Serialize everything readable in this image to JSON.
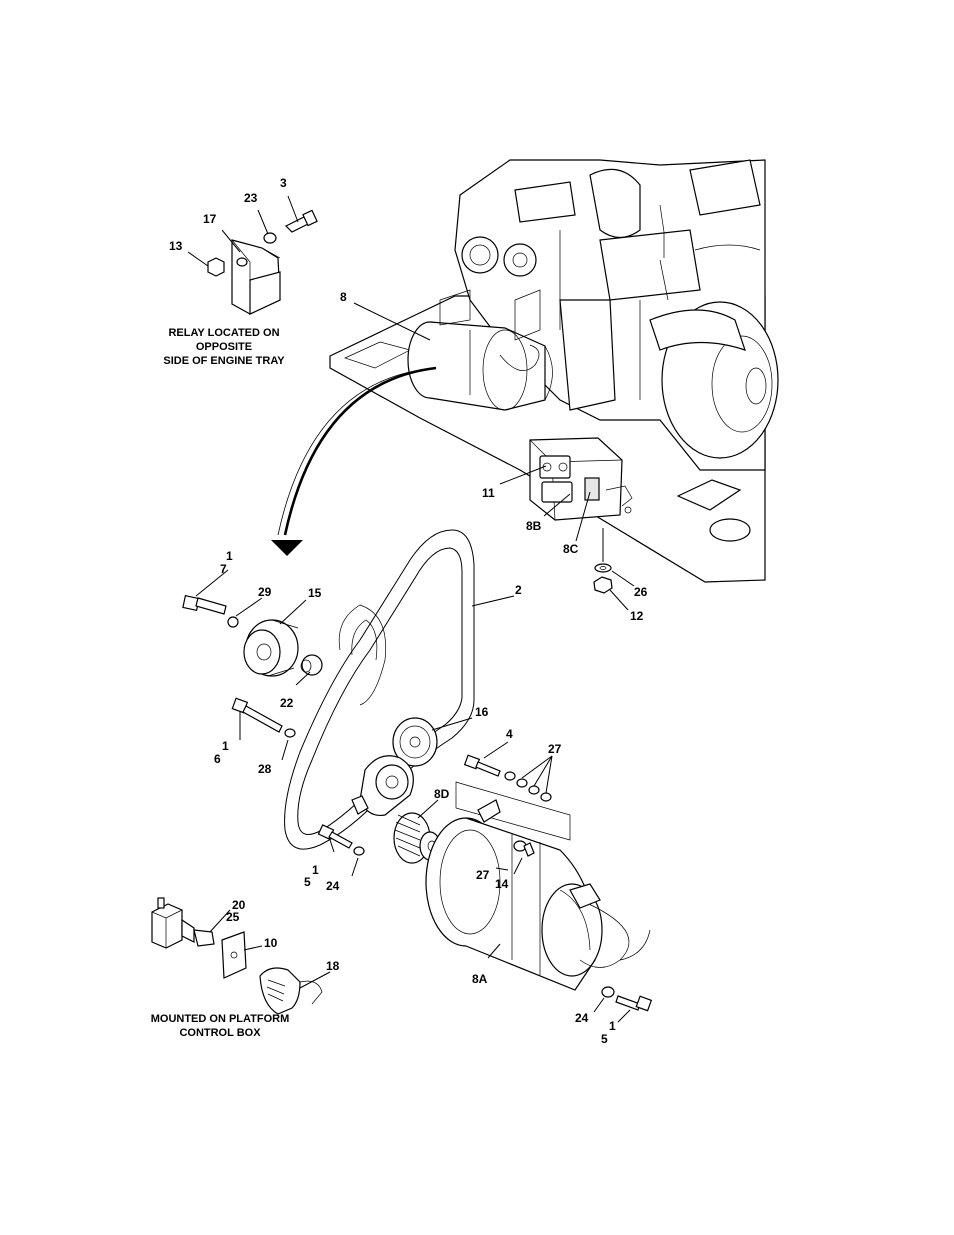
{
  "notes": {
    "relay": [
      "RELAY LOCATED ON",
      "OPPOSITE",
      "SIDE OF ENGINE TRAY"
    ],
    "platform": [
      "MOUNTED ON PLATFORM",
      "CONTROL BOX"
    ]
  },
  "callouts": {
    "c3": "3",
    "c23": "23",
    "c17": "17",
    "c13": "13",
    "c8": "8",
    "c11": "11",
    "c8B": "8B",
    "c8C": "8C",
    "c26": "26",
    "c12": "12",
    "c1a": "1",
    "c7": "7",
    "c29": "29",
    "c15": "15",
    "c2": "2",
    "c22": "22",
    "c1b": "1",
    "c6": "6",
    "c28": "28",
    "c16": "16",
    "c4": "4",
    "c27a": "27",
    "c8D": "8D",
    "c27b": "27",
    "c14": "14",
    "c1c": "1",
    "c5a": "5",
    "c24a": "24",
    "c20": "20",
    "c25": "25",
    "c10": "10",
    "c18": "18",
    "c8A": "8A",
    "c24b": "24",
    "c1d": "1",
    "c5b": "5"
  }
}
